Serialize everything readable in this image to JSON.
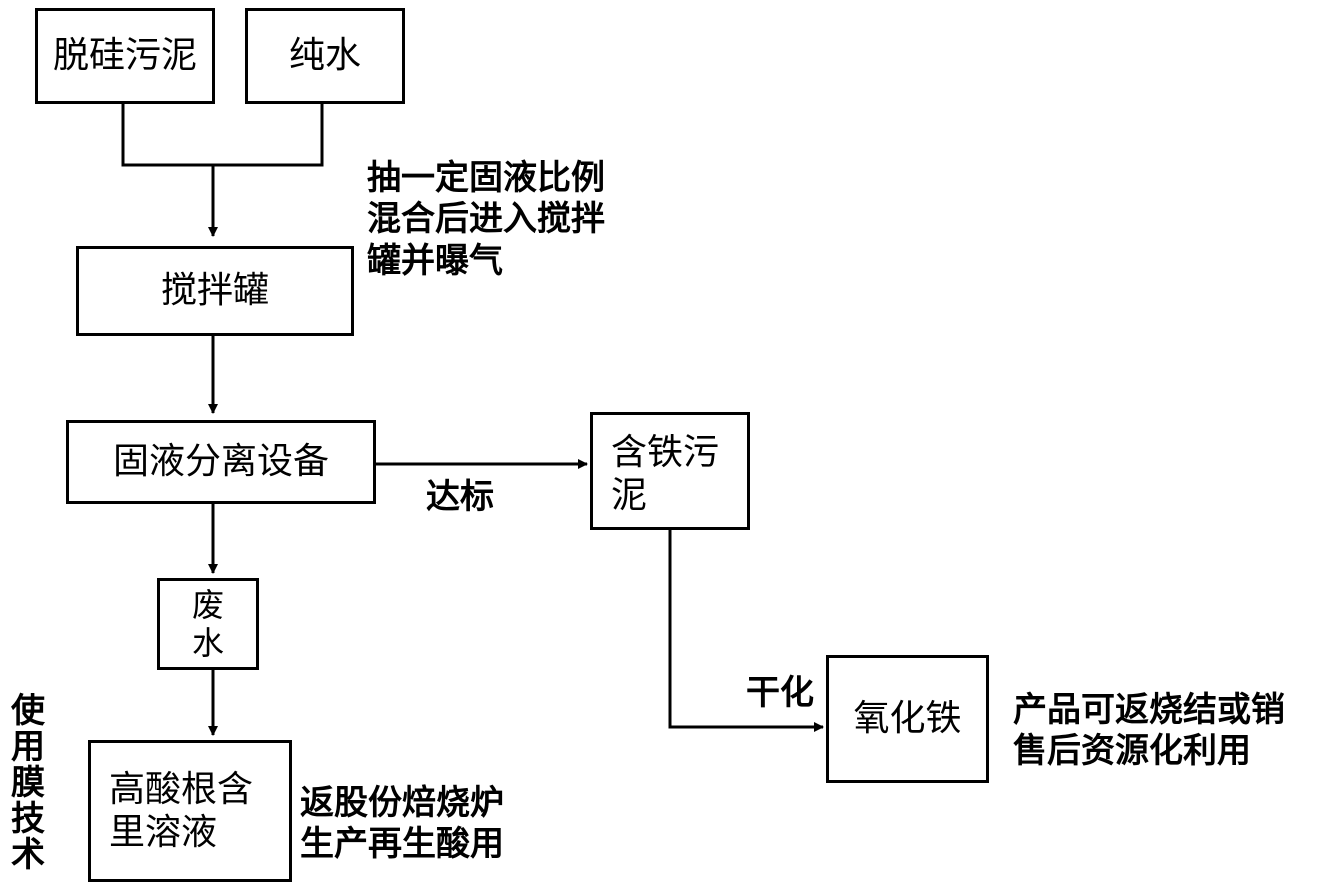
{
  "nodes": {
    "desilicon_sludge": "脱硅污泥",
    "pure_water": "纯水",
    "stirring_tank": "搅拌罐",
    "solid_liquid_separator": "固液分离设备",
    "iron_sludge_line1": "含铁污",
    "iron_sludge_line2": "泥",
    "waste_water_line1": "废",
    "waste_water_line2": "水",
    "iron_oxide": "氧化铁",
    "high_acid_solution_line1": "高酸根含",
    "high_acid_solution_line2": "里溶液"
  },
  "annotations": {
    "mixing_note": [
      "抽一定固液比例",
      "混合后进入搅拌",
      "罐并曝气"
    ],
    "up_to_standard": "达标",
    "drying": "干化",
    "product_note": [
      "产品可返烧结或销",
      "售后资源化利用"
    ],
    "return_note": [
      "返股份焙烧炉",
      "生产再生酸用"
    ],
    "membrane_vertical": "使用膜技术"
  }
}
